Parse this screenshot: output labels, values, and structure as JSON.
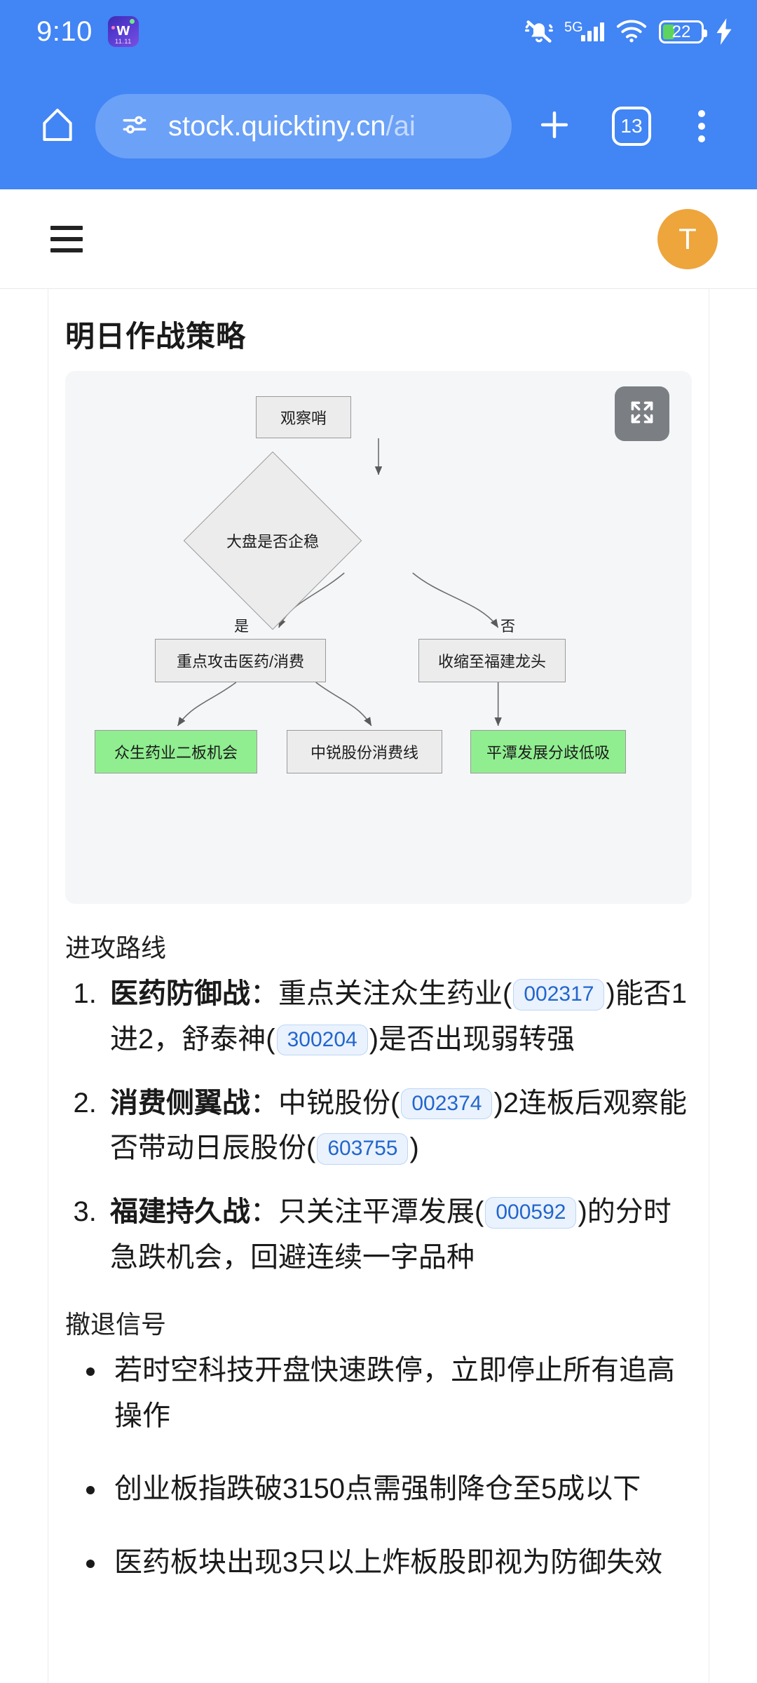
{
  "statusbar": {
    "time": "9:10",
    "app_badge_text": "11.11",
    "network_label": "5G",
    "battery_percent": "22",
    "icons": [
      "bell-mute-icon",
      "signal-5g-icon",
      "wifi-icon",
      "battery-icon",
      "charging-bolt-icon"
    ]
  },
  "browser": {
    "home_icon": "home-icon",
    "site_settings_icon": "page-info-icon",
    "url_host": "stock.quicktiny.cn",
    "url_path": "/ai",
    "new_tab_icon": "plus-icon",
    "tab_count": "13",
    "menu_icon": "overflow-menu-icon"
  },
  "appheader": {
    "menu_icon": "hamburger-icon",
    "avatar_initial": "T"
  },
  "page": {
    "title": "明日作战策略"
  },
  "diagram": {
    "expand_icon": "fullscreen-expand-icon",
    "nodes": {
      "root": "观察哨",
      "decision": "大盘是否企稳",
      "yes_branch": "重点攻击医药/消费",
      "no_branch": "收缩至福建龙头",
      "leaf1": "众生药业二板机会",
      "leaf2": "中锐股份消费线",
      "leaf3": "平潭发展分歧低吸"
    },
    "edge_labels": {
      "yes": "是",
      "no": "否"
    },
    "colors": {
      "highlight": "#90ee90",
      "neutral": "#ececec",
      "border": "#9a9a9a",
      "canvas": "#f4f6f8"
    }
  },
  "routes": {
    "heading": "进攻路线",
    "items": [
      {
        "title": "医药防御战",
        "sep": "：",
        "parts": [
          "重点关注众生药业(",
          ")能否1进2，舒泰神(",
          ")是否出现弱转强"
        ],
        "codes": [
          "002317",
          "300204"
        ]
      },
      {
        "title": "消费侧翼战",
        "sep": "：",
        "parts": [
          "中锐股份(",
          ")2连板后观察能否带动日辰股份(",
          ")"
        ],
        "codes": [
          "002374",
          "603755"
        ]
      },
      {
        "title": "福建持久战",
        "sep": "：",
        "parts": [
          "只关注平潭发展(",
          ")的分时急跌机会，回避连续一字品种"
        ],
        "codes": [
          "000592"
        ]
      }
    ]
  },
  "signals": {
    "heading": "撤退信号",
    "items": [
      "若时空科技开盘快速跌停，立即停止所有追高操作",
      "创业板指跌破3150点需强制降仓至5成以下",
      "医药板块出现3只以上炸板股即视为防御失效"
    ]
  }
}
